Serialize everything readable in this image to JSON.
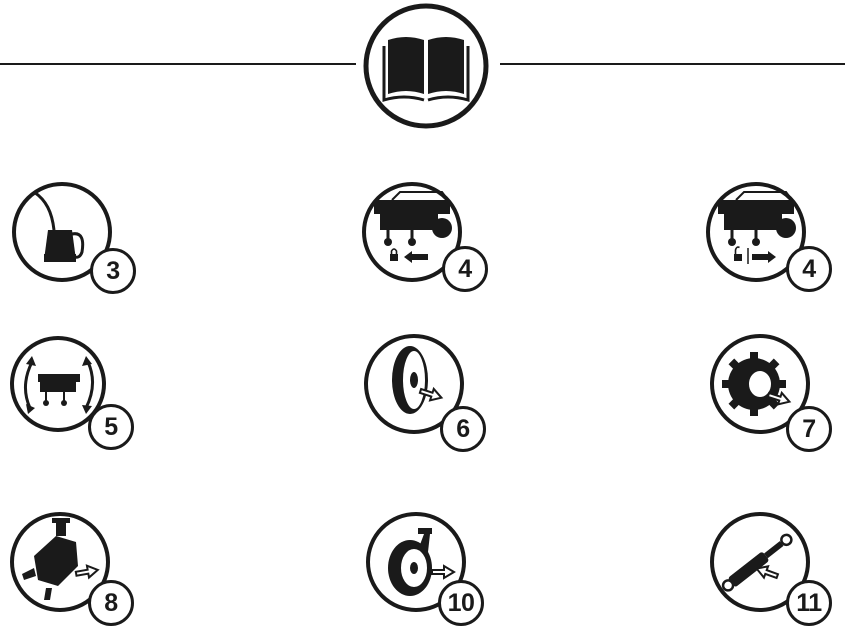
{
  "header": {
    "icon": "manual-book-icon"
  },
  "tiles": [
    {
      "icon": "oil-can-icon",
      "page": "3"
    },
    {
      "icon": "lock-machine-icon",
      "page": "4"
    },
    {
      "icon": "unlock-machine-icon",
      "page": "4"
    },
    {
      "icon": "rotate-machine-icon",
      "page": "5"
    },
    {
      "icon": "disc-remove-icon",
      "page": "6"
    },
    {
      "icon": "sprocket-remove-icon",
      "page": "7"
    },
    {
      "icon": "gearbox-remove-icon",
      "page": "8"
    },
    {
      "icon": "wheel-remove-icon",
      "page": "10"
    },
    {
      "icon": "shock-absorber-remove-icon",
      "page": "11"
    }
  ],
  "colors": {
    "ink": "#1a1a1a",
    "paper": "#ffffff"
  }
}
